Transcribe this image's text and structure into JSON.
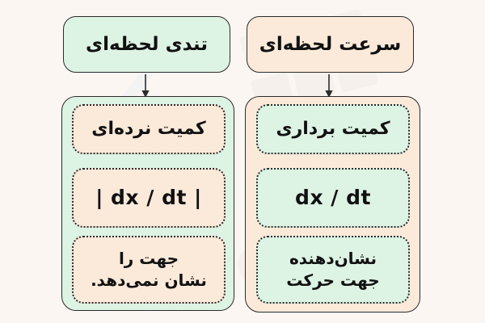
{
  "page": {
    "background_color": "#fbf6f2",
    "text_color": "#111111",
    "stroke_color": "#2b2b2b",
    "mint_color": "#ddf3e4",
    "cream_color": "#fbeada",
    "language": "fa",
    "direction": "rtl"
  },
  "columns": [
    {
      "id": "speed",
      "header": {
        "label": "تندی لحظه‌ای",
        "fill": "#ddf3e4"
      },
      "container_fill": "#ddf3e4",
      "items": [
        {
          "label": "کمیت نرده‌ای",
          "fill": "#fbeada",
          "kind": "text"
        },
        {
          "label": "| dx / dt |",
          "fill": "#fbeada",
          "kind": "formula"
        },
        {
          "label": "جهت را\nنشان نمی‌دهد.",
          "line1": "جهت را",
          "line2": "نشان نمی‌دهد.",
          "fill": "#fbeada",
          "kind": "note"
        }
      ]
    },
    {
      "id": "velocity",
      "header": {
        "label": "سرعت لحظه‌ای",
        "fill": "#fbeada"
      },
      "container_fill": "#fbeada",
      "items": [
        {
          "label": "کمیت برداری",
          "fill": "#ddf3e4",
          "kind": "text"
        },
        {
          "label": "dx / dt",
          "fill": "#ddf3e4",
          "kind": "formula"
        },
        {
          "label": "نشان‌دهنده\nجهت حرکت",
          "line1": "نشان‌دهنده",
          "line2": "جهت حرکت",
          "fill": "#ddf3e4",
          "kind": "note"
        }
      ]
    }
  ],
  "arrows": [
    {
      "id": "arrow-speed",
      "direction": "down"
    },
    {
      "id": "arrow-velocity",
      "direction": "down"
    }
  ]
}
